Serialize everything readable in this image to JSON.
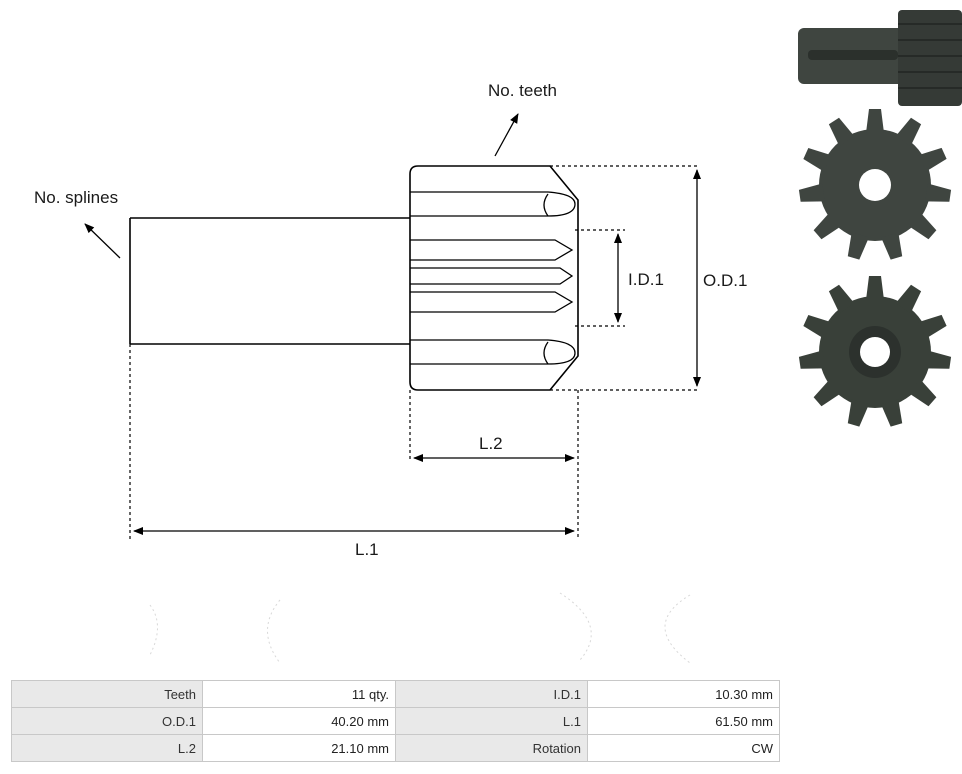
{
  "diagram": {
    "labels": {
      "teeth": "No. teeth",
      "splines": "No. splines",
      "id1": "I.D.1",
      "od1": "O.D.1",
      "l2": "L.2",
      "l1": "L.1"
    },
    "stroke_color": "#000000",
    "photo_color": "#3f4540"
  },
  "specs": {
    "rows": [
      [
        {
          "label": "Teeth",
          "value": "11 qty."
        },
        {
          "label": "I.D.1",
          "value": "10.30 mm"
        }
      ],
      [
        {
          "label": "O.D.1",
          "value": "40.20 mm"
        },
        {
          "label": "L.1",
          "value": "61.50 mm"
        }
      ],
      [
        {
          "label": "L.2",
          "value": "21.10 mm"
        },
        {
          "label": "Rotation",
          "value": "CW"
        }
      ]
    ],
    "key_bg": "#e9e9e9",
    "border": "#c8c8c8"
  }
}
